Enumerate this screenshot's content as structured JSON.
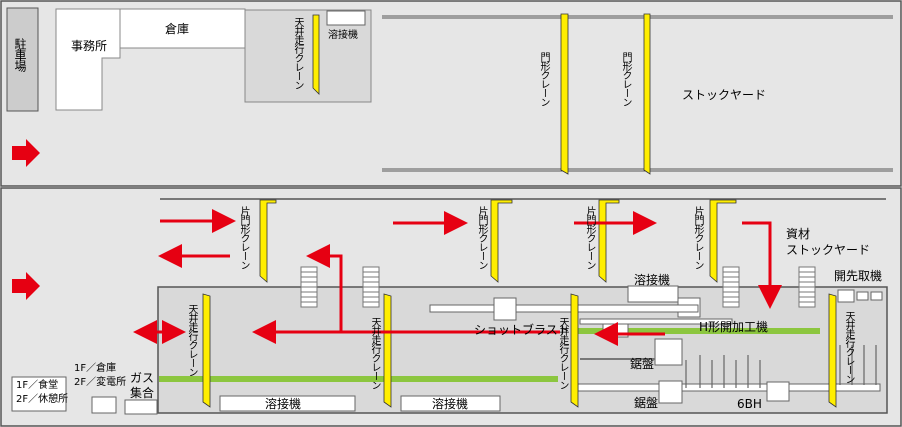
{
  "labels": {
    "parking": "駐車場",
    "warehouse": "倉庫",
    "office": "事務所",
    "welder_top": "溶接機",
    "overhead_crane": "天井走行クレーン",
    "gantry_crane": "門形クレーン",
    "stock_yard": "ストックヤード",
    "half_gantry_crane": "片門形クレーン",
    "material_stock_yard_line1": "資材",
    "material_stock_yard_line2": "ストックヤード",
    "beveling": "開先取機",
    "welder": "溶接機",
    "shot_blast": "ショットブラスト",
    "h_beam": "H形開加工機",
    "saw1": "鋸盤",
    "saw2": "鋸盤",
    "bh6": "6BH",
    "gas_line1": "ガス",
    "gas_line2": "集合",
    "floor2_line1": "1F／倉庫",
    "floor2_line2": "2F／変電所",
    "floor1_line1": "1F／食堂",
    "floor1_line2": "2F／休憩所"
  },
  "colors": {
    "background": "#e6e6e6",
    "building": "#d9d9d9",
    "crane": "#ffee00",
    "flow_arrow": "#e60012",
    "rail_green": "#8cc63f",
    "border": "#555555"
  }
}
